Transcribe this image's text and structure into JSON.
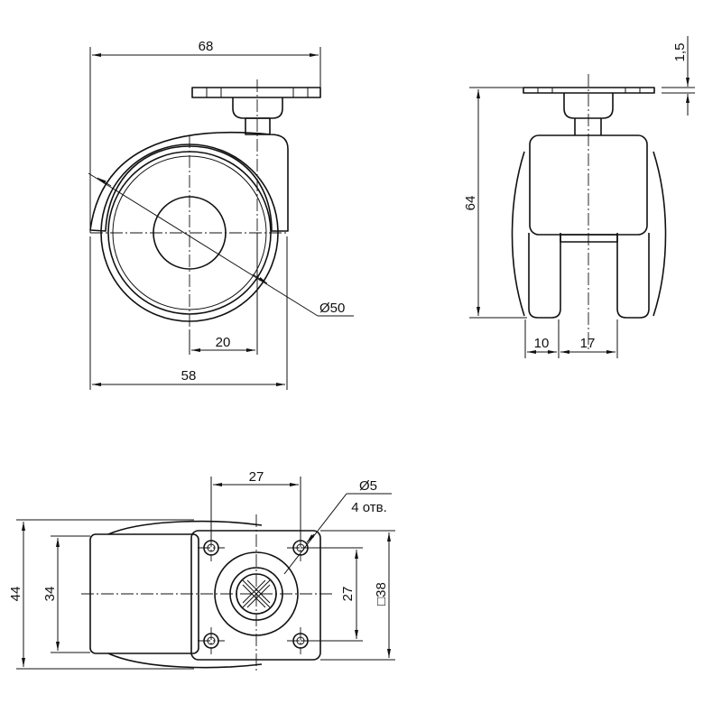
{
  "side_view": {
    "dim_width_top": "68",
    "dim_diameter": "Ø50",
    "dim_offset": "20",
    "dim_width_bottom": "58"
  },
  "front_view": {
    "dim_plate_thickness": "1,5",
    "dim_height": "64",
    "dim_wheel_width": "10",
    "dim_gap": "17"
  },
  "top_view": {
    "dim_hole_spacing_h": "27",
    "dim_hole_diameter": "Ø5",
    "dim_hole_count": "4 отв.",
    "dim_total_width": "44",
    "dim_wheel_span": "34",
    "dim_hole_spacing_v": "27",
    "dim_plate_square": "□38"
  }
}
